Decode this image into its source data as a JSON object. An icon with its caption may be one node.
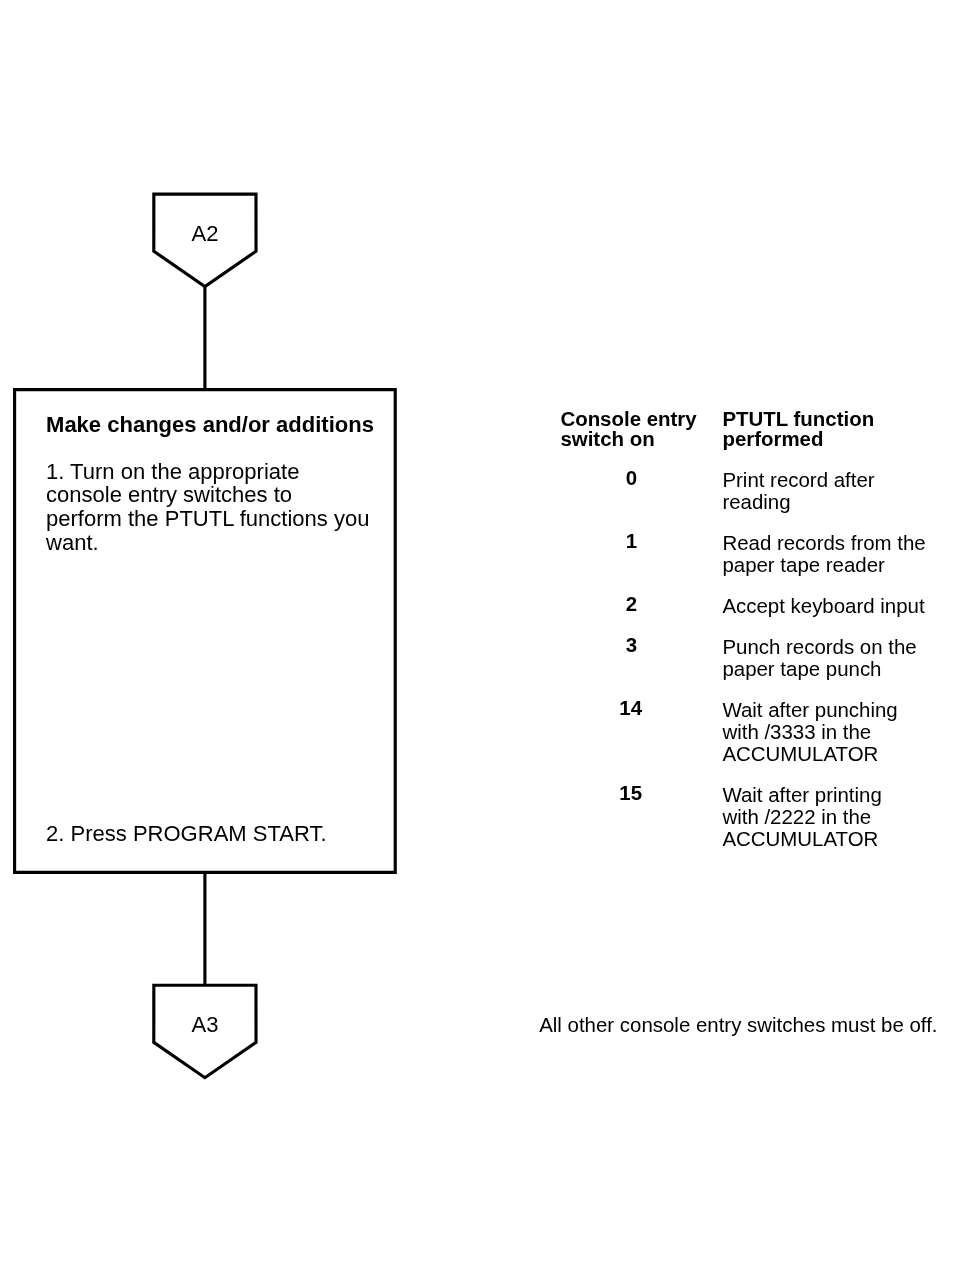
{
  "diagram": {
    "nodes": [
      {
        "text": [
          "A2"
        ]
      },
      {
        "text": [
          "Make changes and/or additions",
          "1. Turn on the appropriate console entry switches to perform the PTUTL functions you want.",
          "2. Press PROGRAM START."
        ]
      },
      {
        "text": [
          "A3"
        ]
      }
    ],
    "edges": [
      {
        "from": 0,
        "to": 1,
        "arrow": "none"
      },
      {
        "from": 1,
        "to": 2,
        "arrow": "none"
      }
    ],
    "labels": [
      "Console entry switch on",
      "PTUTL function performed",
      "0",
      "Print record after reading",
      "1",
      "Read records from the paper tape reader",
      "2",
      "Accept keyboard input",
      "3",
      "Punch records on the paper tape punch",
      "14",
      "Wait after punching with /3333 in the ACCUMULATOR",
      "15",
      "Wait after printing with /2222 in the ACCUMULATOR",
      "All other console entry switches must be off."
    ]
  }
}
